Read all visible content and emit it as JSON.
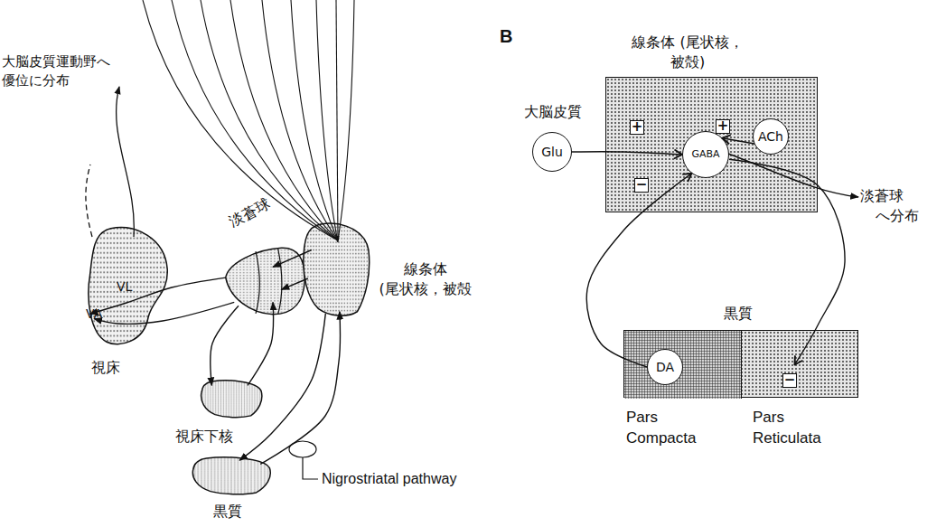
{
  "diagram": {
    "nodes": [
      {
        "text": [
          "VL",
          "VA",
          "視床"
        ]
      },
      {
        "text": [
          "淡蒼球"
        ]
      },
      {
        "text": [
          "線条体 (尾状核，被殻"
        ]
      },
      {
        "text": [
          "視床下核"
        ]
      },
      {
        "text": [
          "黒質"
        ]
      },
      {
        "text": [
          "線条体 (尾状核，被殻)"
        ]
      },
      {
        "text": [
          "大脳皮質",
          "Glu"
        ]
      },
      {
        "text": [
          "GABA"
        ],
        "in": 5
      },
      {
        "text": [
          "ACh"
        ],
        "in": 5
      },
      {
        "text": [
          "黒質"
        ]
      },
      {
        "text": [
          "Pars Compacta"
        ],
        "in": 9
      },
      {
        "text": [
          "DA"
        ],
        "in": 10
      },
      {
        "text": [
          "Pars Reticulata"
        ],
        "in": 9
      }
    ],
    "edges": [
      {
        "from": 2,
        "to": 1,
        "arrow": "to"
      },
      {
        "from": 2,
        "to": 1,
        "arrow": "to"
      },
      {
        "from": 1,
        "to": 0,
        "arrow": "to"
      },
      {
        "from": 1,
        "to": 0,
        "arrow": "to"
      },
      {
        "from": 1,
        "to": 3,
        "arrow": "to"
      },
      {
        "from": 3,
        "to": 1,
        "arrow": "to"
      },
      {
        "from": 4,
        "to": 2,
        "arrow": "to"
      },
      {
        "from": 2,
        "to": 4,
        "arrow": "to"
      },
      {
        "from": 6,
        "to": 7,
        "label": "+",
        "arrow": "to"
      },
      {
        "from": 8,
        "to": 7,
        "label": "+",
        "arrow": "to"
      },
      {
        "from": 11,
        "to": 7,
        "label": "−",
        "arrow": "to"
      },
      {
        "from": 7,
        "to": 12,
        "label": "−",
        "arrow": "to"
      }
    ],
    "labels": [
      "大脳皮質運動野へ 優位に分布",
      "Nigrostriatal pathway",
      "B",
      "淡蒼球 へ分布"
    ]
  }
}
